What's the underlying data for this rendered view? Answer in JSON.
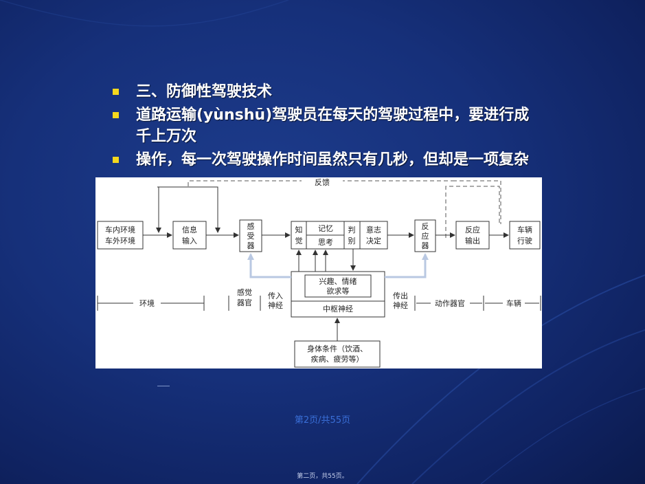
{
  "bullets": [
    "三、防御性驾驶技术",
    "道路运输(yùnshū)驾驶员在每天的驾驶过程中，要进行成千上万次",
    "操作，每一次驾驶操作时间虽然只有几秒，但却是一项复杂"
  ],
  "diagram": {
    "feedback": "反馈",
    "env_box": [
      "车内环境",
      "车外环境"
    ],
    "info_box": [
      "信息",
      "输入"
    ],
    "sensor": [
      "感",
      "受",
      "器"
    ],
    "perceive": [
      "知",
      "觉"
    ],
    "memory": "记忆",
    "think": "思考",
    "judge": [
      "判",
      "别"
    ],
    "decide": [
      "意志",
      "决定"
    ],
    "reactor": [
      "反",
      "应",
      "器"
    ],
    "output": [
      "反应",
      "输出"
    ],
    "vehicle_box": [
      "车辆",
      "行驶"
    ],
    "interest": [
      "兴趣、情绪",
      "欲求等"
    ],
    "cns": "中枢神经",
    "body": [
      "身体条件（饮酒、",
      "疾病、疲劳等）"
    ],
    "labels": {
      "env": "环境",
      "sense_organ": [
        "感觉",
        "器官"
      ],
      "afferent": [
        "传入",
        "神经"
      ],
      "efferent": [
        "传出",
        "神经"
      ],
      "motor_organ": "动作器官",
      "vehicle": "车辆"
    }
  },
  "page_mid": "第2页/共55页",
  "page_bottom": "第二页，共55页。"
}
